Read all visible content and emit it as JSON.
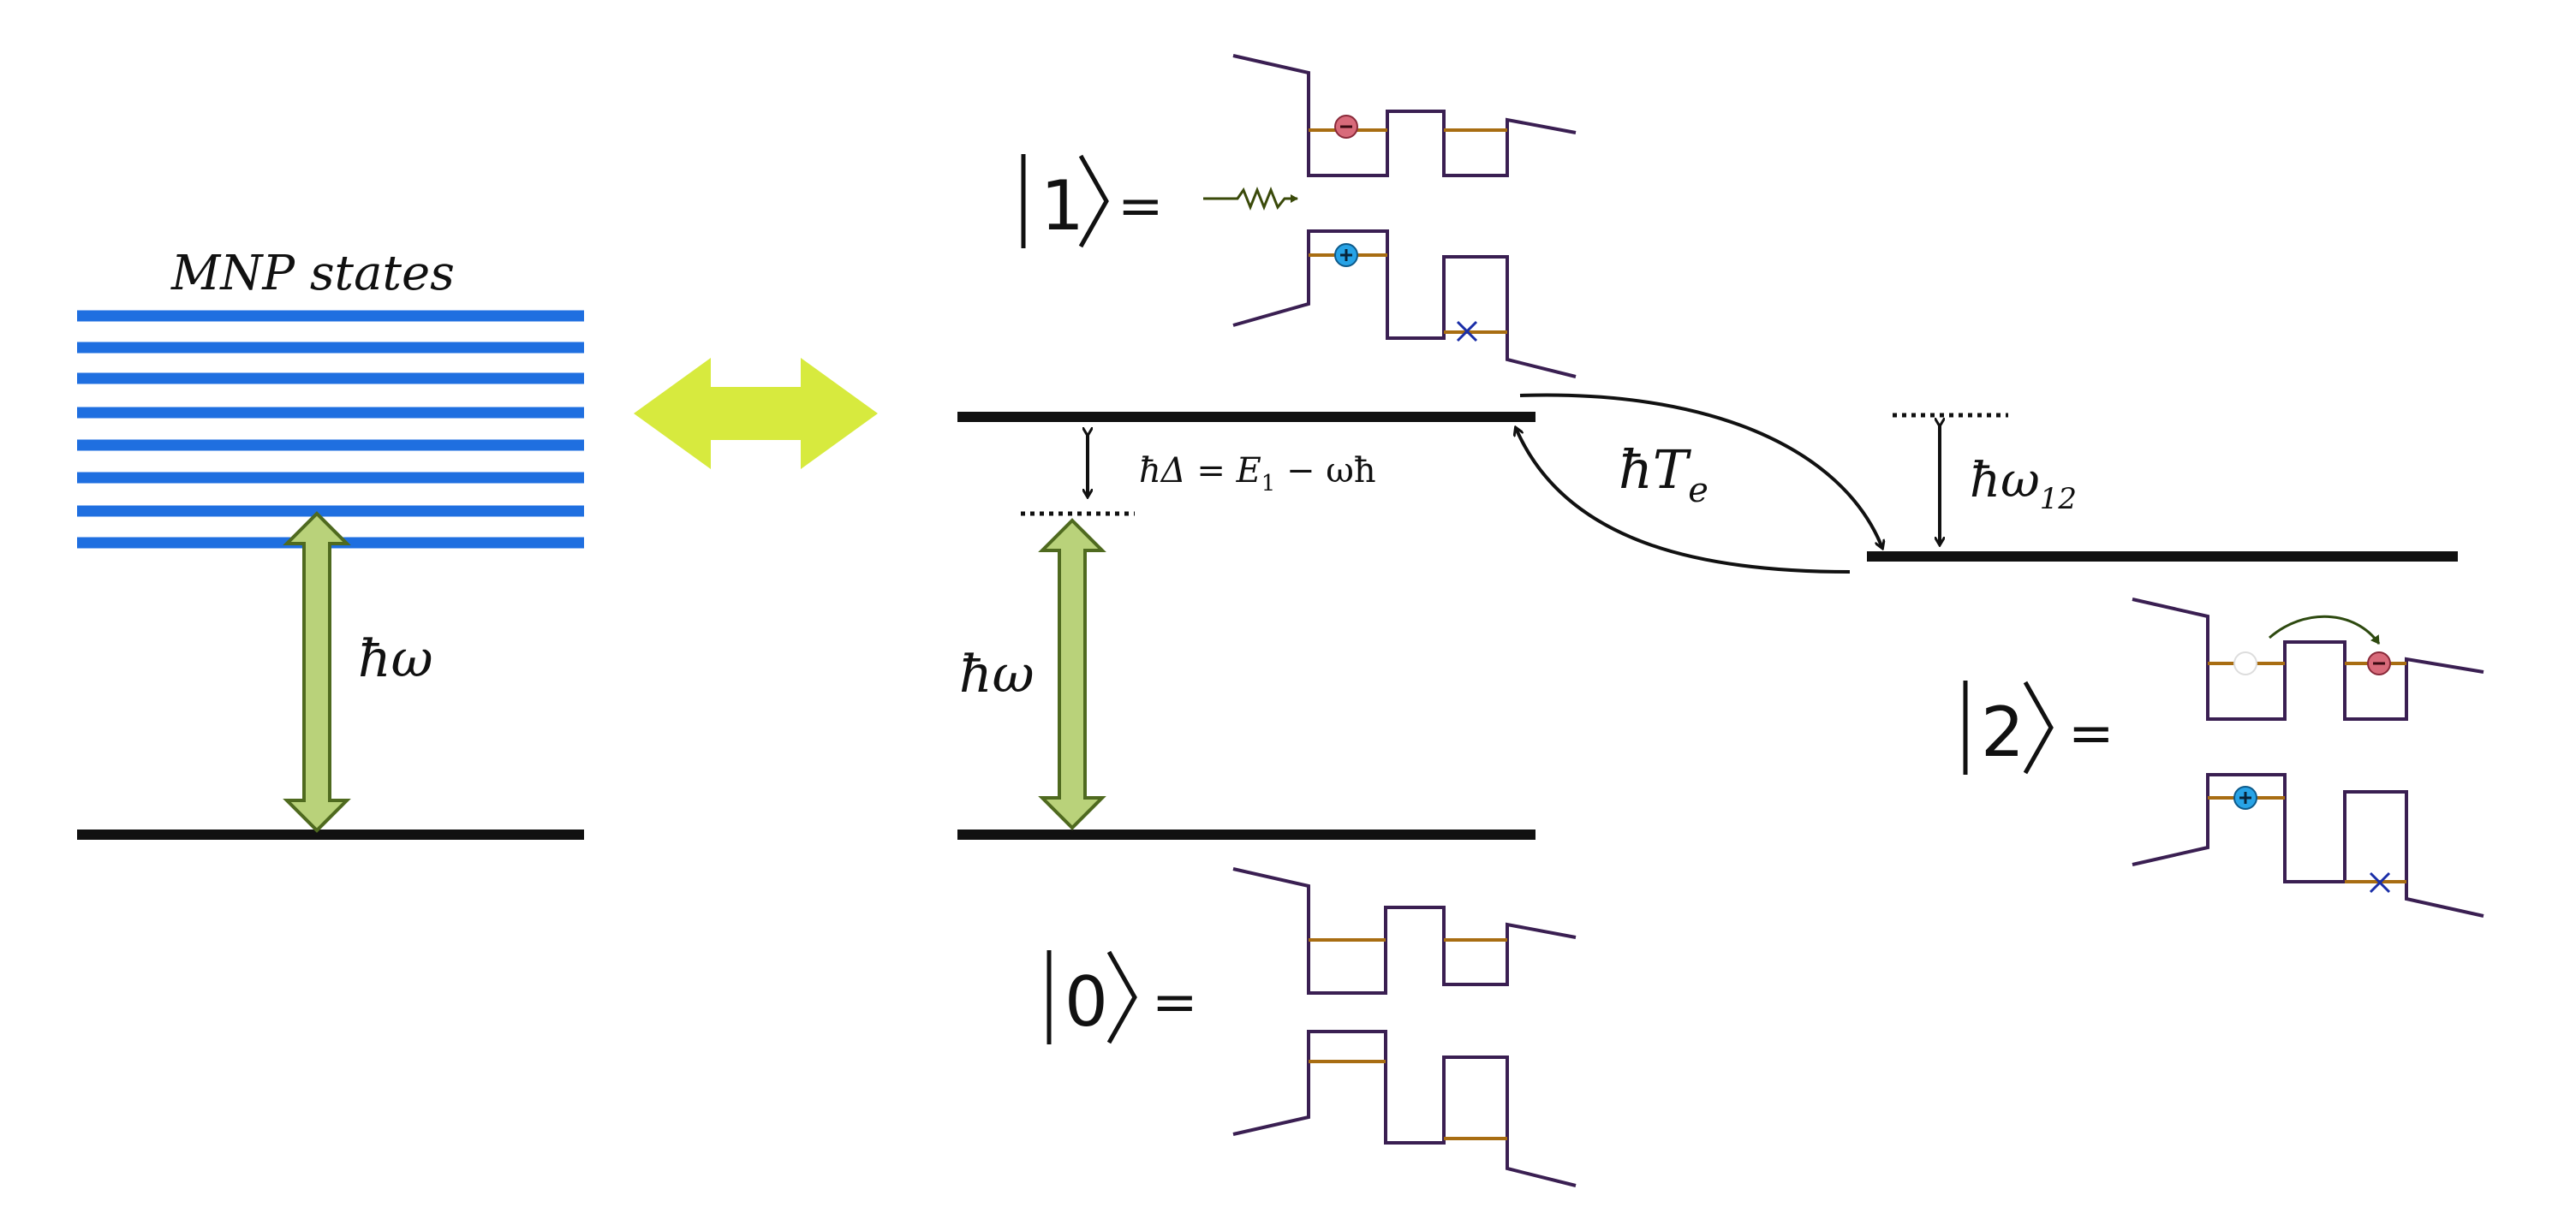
{
  "mnp": {
    "title": "MNP states",
    "energy_label": "ħω"
  },
  "qd": {
    "energy_label": "ħω",
    "detuning_label": "ħΔ = E",
    "detuning_sub": "1",
    "detuning_rest": " − ωħ",
    "tunneling_label": "ħT",
    "tunneling_sub": "e",
    "splitting_label": "ħω",
    "splitting_sub": "12"
  },
  "kets": {
    "state0": "0",
    "state1": "1",
    "state2": "2",
    "equals": "="
  },
  "colors": {
    "mnp_lines": "#1f6fe0",
    "coupling_arrow": "#d7ea3e",
    "energy_arrow_fill": "#b9d27a",
    "energy_arrow_stroke": "#4f6a1f",
    "level_line": "#111111",
    "band_edge": "#3a1f52",
    "qd_level": "#a86d12",
    "electron": "#d86a7a",
    "hole": "#27a3e6",
    "photon": "#3a4a0a",
    "empty_site": "#ffffff",
    "x_mark": "#1a2ea8"
  },
  "icons": {
    "electron": "electron-icon",
    "hole": "hole-icon",
    "photon": "photon-wavy-arrow-icon",
    "empty_state": "empty-state-x-icon",
    "vacancy": "vacancy-circle-icon"
  }
}
